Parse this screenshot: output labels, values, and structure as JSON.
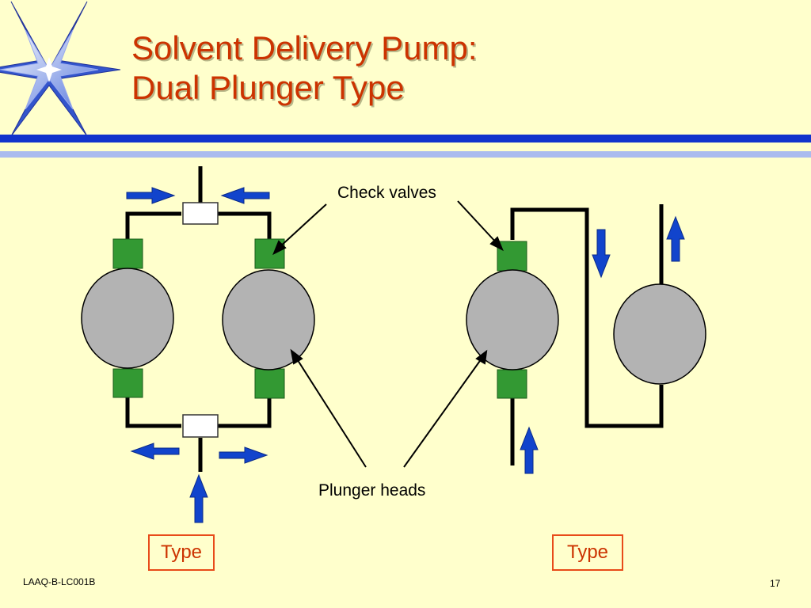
{
  "slide": {
    "title_line1": "Solvent Delivery Pump:",
    "title_line2": "Dual Plunger Type",
    "footer_left": "LAAQ-B-LC001B",
    "page_number": "17"
  },
  "diagram": {
    "callout_check_valves": "Check valves",
    "callout_plunger_heads": "Plunger heads",
    "left_type_label": "Type",
    "right_type_label": "Type"
  },
  "colors": {
    "background": "#FFFFCC",
    "title": "#CC3300",
    "rule_dark": "#1133CC",
    "rule_light": "#AABBEE",
    "valve_green": "#339933",
    "plunger_gray": "#B3B3B3",
    "arrow_blue": "#1144CC",
    "type_border": "#E84B1A"
  },
  "icons": {
    "logo": "star-burst-icon",
    "flow": "arrow-icon"
  }
}
